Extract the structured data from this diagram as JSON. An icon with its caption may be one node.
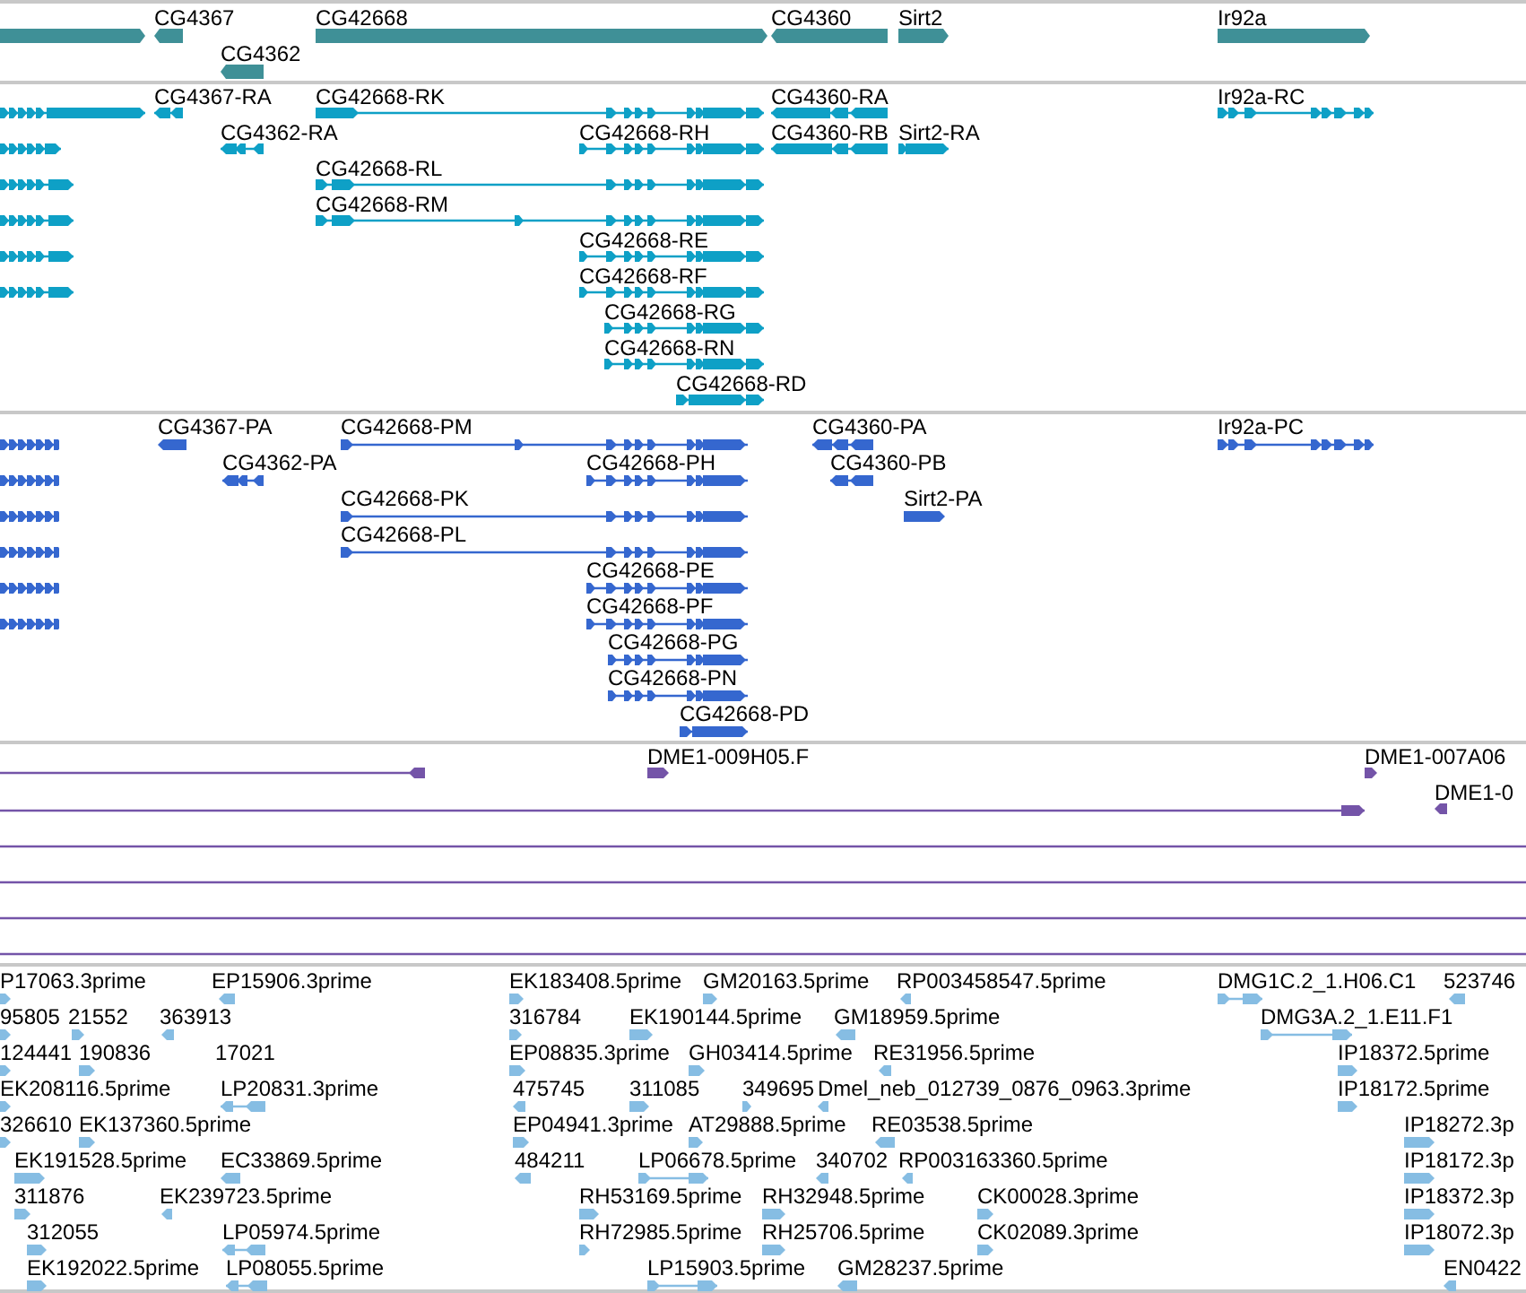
{
  "diagram": {
    "labels": [
      "CG4367",
      "CG42668",
      "CG4360",
      "Sirt2",
      "Ir92a",
      "CG4362",
      "CG4367-RA",
      "CG42668-RK",
      "CG4360-RA",
      "Ir92a-RC",
      "CG4362-RA",
      "CG42668-RH",
      "CG4360-RB",
      "Sirt2-RA",
      "CG42668-RL",
      "CG42668-RM",
      "CG42668-RE",
      "CG42668-RF",
      "CG42668-RG",
      "CG42668-RN",
      "CG42668-RD",
      "CG4367-PA",
      "CG42668-PM",
      "CG4360-PA",
      "Ir92a-PC",
      "CG4362-PA",
      "CG42668-PH",
      "CG4360-PB",
      "CG42668-PK",
      "Sirt2-PA",
      "CG42668-PL",
      "CG42668-PE",
      "CG42668-PF",
      "CG42668-PG",
      "CG42668-PN",
      "CG42668-PD",
      "DME1-009H05.F",
      "DME1-007A06",
      "DME1-0",
      "P17063.3prime",
      "EP15906.3prime",
      "EK183408.5prime",
      "GM20163.5prime",
      "RP003458547.5prime",
      "DMG1C.2_1.H06.C1",
      "523746",
      "95805",
      "21552",
      "363913",
      "316784",
      "EK190144.5prime",
      "GM18959.5prime",
      "DMG3A.2_1.E11.F1",
      "124441",
      "190836",
      "17021",
      "EP08835.3prime",
      "GH03414.5prime",
      "RE31956.5prime",
      "IP18372.5prime",
      "EK208116.5prime",
      "LP20831.3prime",
      "475745",
      "311085",
      "349695",
      "Dmel_neb_012739_0876_0963.3prime",
      "IP18172.5prime",
      "326610",
      "EK137360.5prime",
      "EP04941.3prime",
      "AT29888.5prime",
      "RE03538.5prime",
      "IP18272.3p",
      "EK191528.5prime",
      "EC33869.5prime",
      "484211",
      "LP06678.5prime",
      "340702",
      "RP003163360.5prime",
      "IP18172.3p",
      "311876",
      "EK239723.5prime",
      "RH53169.5prime",
      "RH32948.5prime",
      "CK00028.3prime",
      "IP18372.3p",
      "312055",
      "LP05974.5prime",
      "RH72985.5prime",
      "RH25706.5prime",
      "CK02089.3prime",
      "IP18072.3p",
      "EK192022.5prime",
      "LP08055.5prime",
      "LP15903.5prime",
      "GM28237.5prime",
      "EN0422"
    ]
  }
}
